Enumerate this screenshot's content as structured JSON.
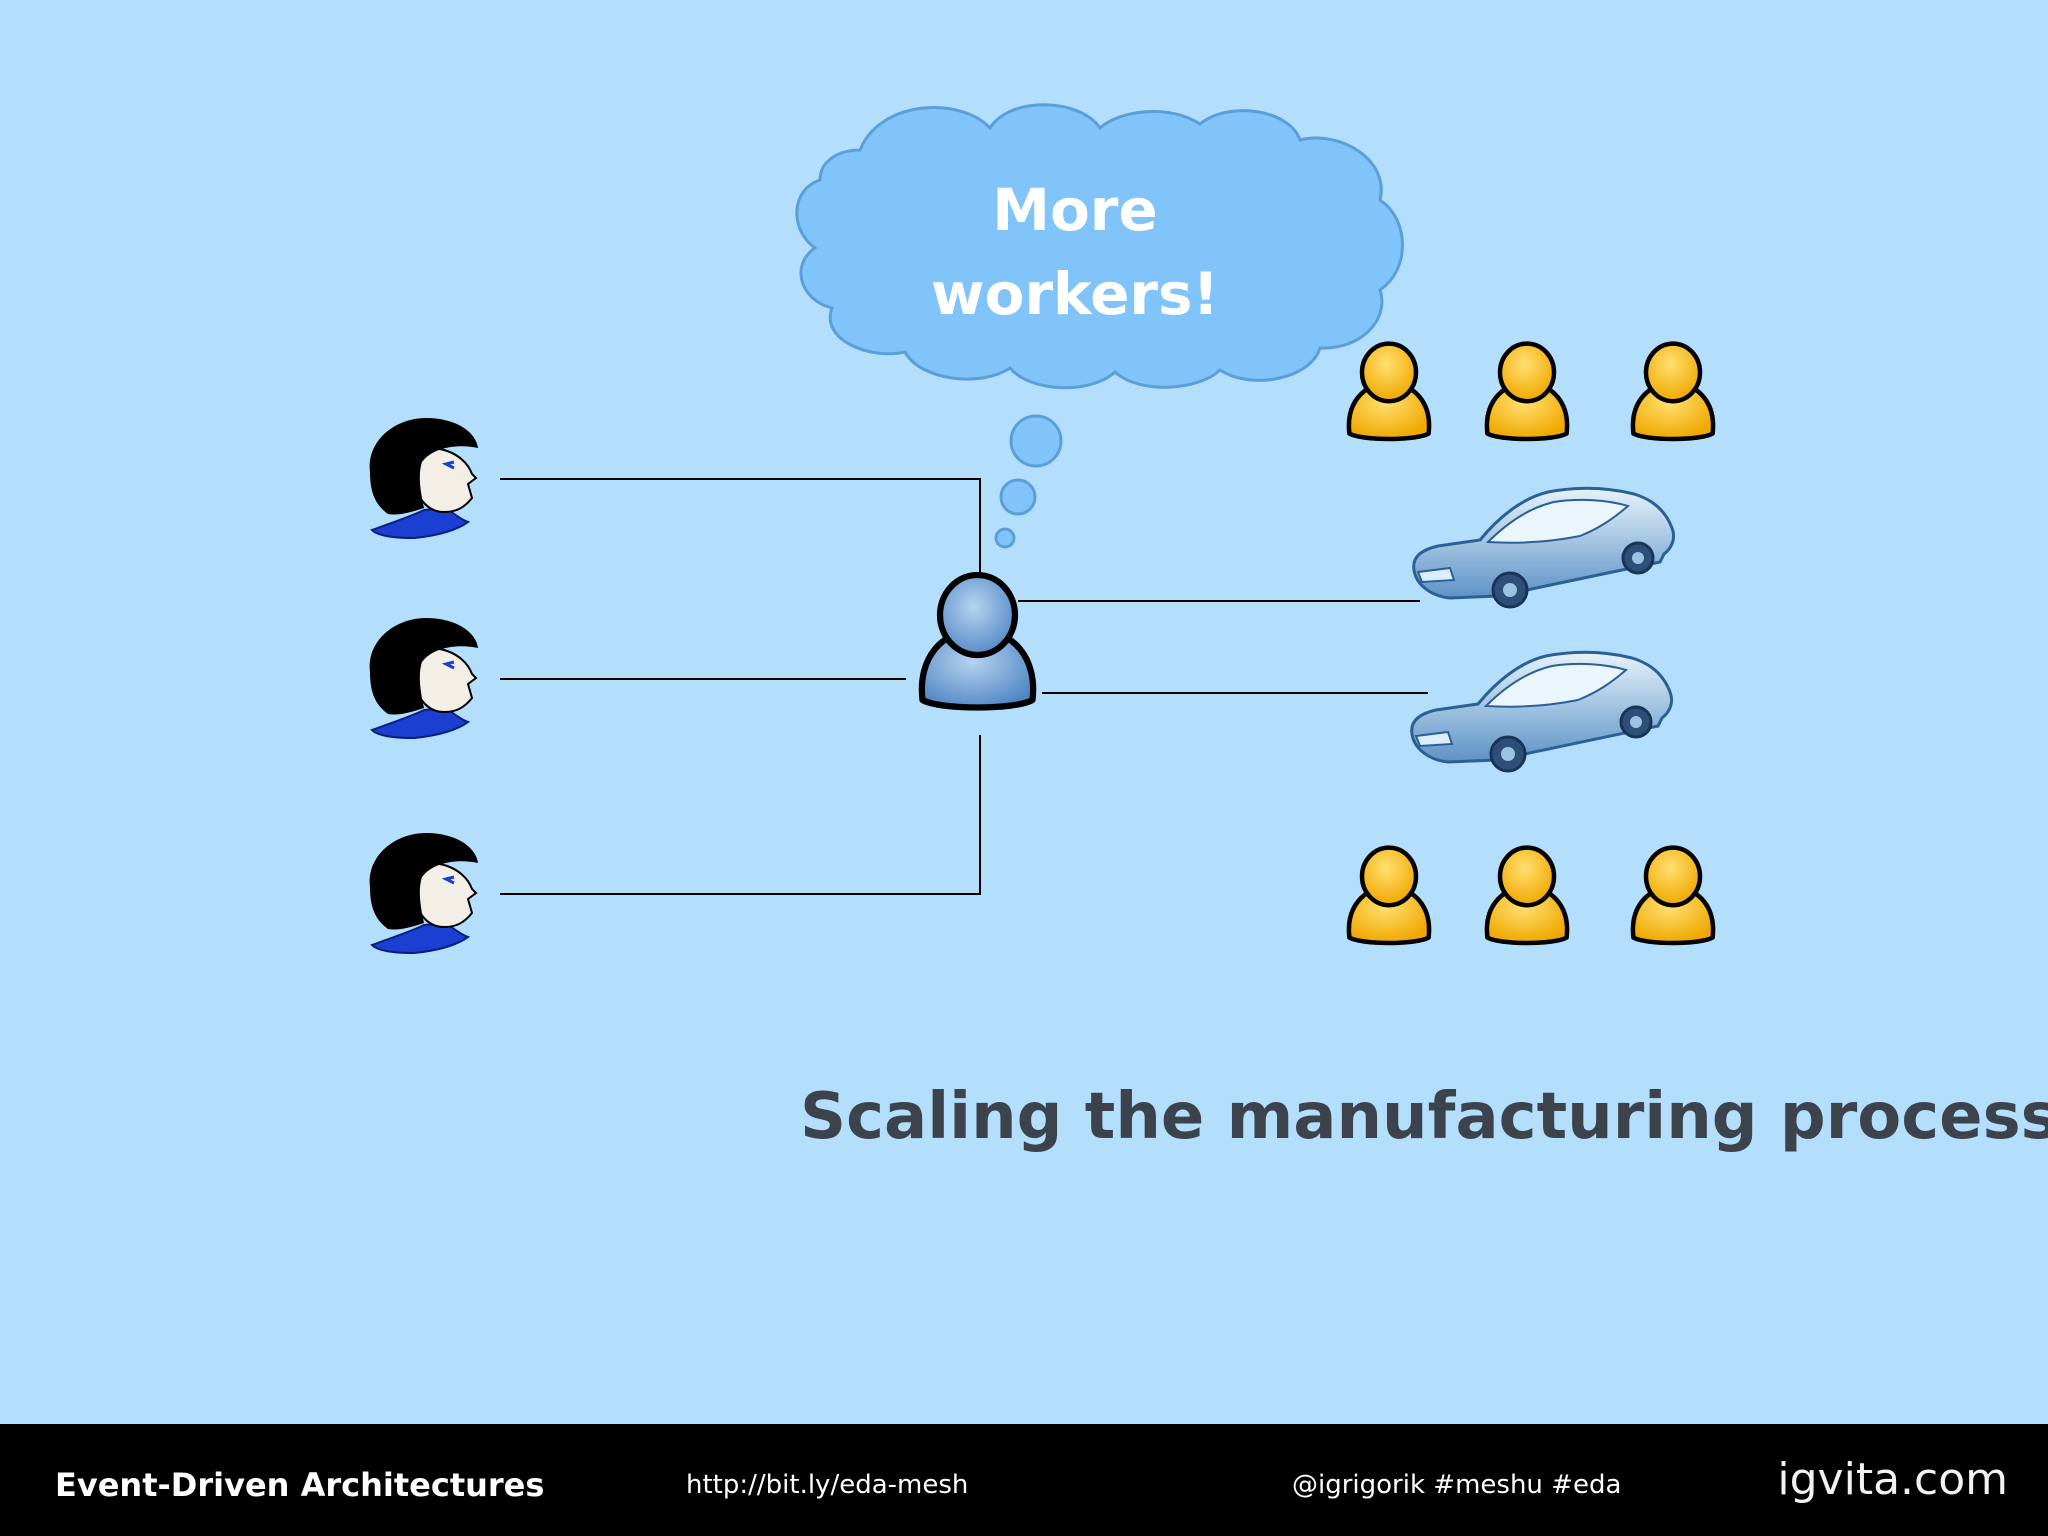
{
  "bubble": {
    "line1": "More",
    "line2": "workers!"
  },
  "slide_title": "Scaling the manufacturing process",
  "footer": {
    "title": "Event-Driven Architectures",
    "link": "http://bit.ly/eda-mesh",
    "handle": "@igrigorik #meshu #eda",
    "brand": "igvita.com"
  },
  "icons": {
    "customer": "customer-head-icon",
    "manager": "manager-person-icon",
    "worker": "worker-person-icon",
    "car": "car-icon",
    "cloud": "thought-cloud-icon"
  },
  "colors": {
    "background": "#b3dffd",
    "cloud_fill": "#80c4fa",
    "manager_fill": "#6b9bd2",
    "worker_fill": "#f5b800",
    "car_fill": "#7fb0dc",
    "title_text": "#3d434d",
    "footer_bg": "#000000"
  }
}
